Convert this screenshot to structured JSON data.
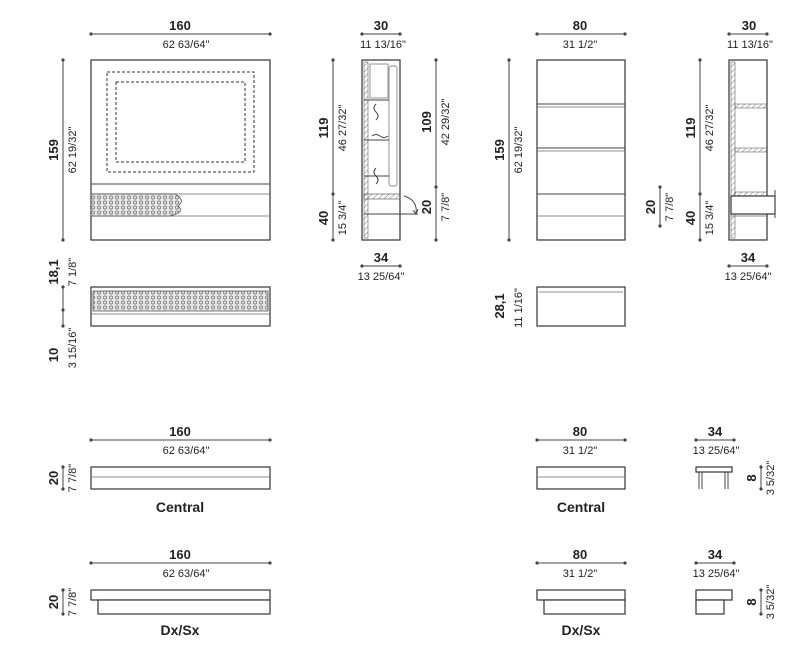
{
  "top": {
    "w160": "160",
    "w160_in": "62 63/64\"",
    "h159": "159",
    "h159_in": "62 19/32\"",
    "h18": "18,1",
    "h18_in": "7 1/8\"",
    "h10": "10",
    "h10_in": "3 15/16\"",
    "s30": "30",
    "s30_in": "11 13/16\"",
    "s119": "119",
    "s119_in": "46 27/32\"",
    "s40": "40",
    "s40_in": "15 3/4\"",
    "s109": "109",
    "s109_in": "42 29/32\"",
    "s20": "20",
    "s20_in": "7 7/8\"",
    "s34": "34",
    "s34_in": "13 25/64\"",
    "w80": "80",
    "w80_in": "31 1/2\"",
    "h159b": "159",
    "h159b_in": "62 19/32\"",
    "h28": "28,1",
    "h28_in": "11 1/16\"",
    "r30": "30",
    "r30_in": "11 13/16\"",
    "r119": "119",
    "r119_in": "46 27/32\"",
    "r40": "40",
    "r40_in": "15 3/4\"",
    "r20": "20",
    "r20_in": "7 7/8\"",
    "r34": "34",
    "r34_in": "13 25/64\""
  },
  "central": {
    "w160": "160",
    "w160_in": "62 63/64\"",
    "h20": "20",
    "h20_in": "7 7/8\"",
    "label_left": "Central",
    "w80": "80",
    "w80_in": "31 1/2\"",
    "label_right": "Central",
    "d34": "34",
    "d34_in": "13 25/64\"",
    "h8": "8",
    "h8_in": "3 5/32\""
  },
  "dxsx": {
    "w160": "160",
    "w160_in": "62 63/64\"",
    "h20": "20",
    "h20_in": "7 7/8\"",
    "label_left": "Dx/Sx",
    "w80": "80",
    "w80_in": "31 1/2\"",
    "label_right": "Dx/Sx",
    "d34": "34",
    "d34_in": "13 25/64\"",
    "h8": "8",
    "h8_in": "3 5/32\""
  }
}
